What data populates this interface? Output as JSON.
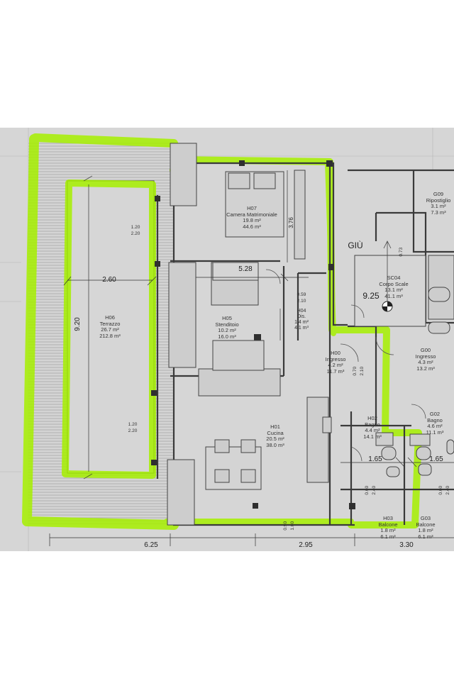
{
  "rooms": {
    "h07": {
      "code": "H07",
      "name": "Camera Matrimoniale",
      "area": "19.8 m²",
      "volume": "44.6 m³"
    },
    "h06": {
      "code": "H06",
      "name": "Terrazzo",
      "area": "26.7 m²",
      "volume": "212.8 m³"
    },
    "h05": {
      "code": "H05",
      "name": "Stenditoio",
      "area": "10.2 m²",
      "volume": "16.0 m³"
    },
    "h04": {
      "code": "H04",
      "name": "Dis.",
      "area": "1.4 m²",
      "volume": "4.1 m³"
    },
    "h00": {
      "code": "H00",
      "name": "Ingresso",
      "area": "4.2 m²",
      "volume": "11.7 m³"
    },
    "h01": {
      "code": "H01",
      "name": "Cucina",
      "area": "20.5 m²",
      "volume": "38.0 m³"
    },
    "h02": {
      "code": "H02",
      "name": "Bagno",
      "area": "4.4 m²",
      "volume": "14.1 m³"
    },
    "g02": {
      "code": "G02",
      "name": "Bagno",
      "area": "4.6 m²",
      "volume": "11.1 m³"
    },
    "h03": {
      "code": "H03",
      "name": "Balcone",
      "area": "1.8 m²",
      "volume": "6.1 m³"
    },
    "g03": {
      "code": "G03",
      "name": "Balcone",
      "area": "1.8 m²",
      "volume": "6.1 m³"
    },
    "g00": {
      "code": "G00",
      "name": "Ingresso",
      "area": "4.3 m²",
      "volume": "13.2 m³"
    },
    "sc04": {
      "code": "SC04",
      "name": "Corpo Scale",
      "area": "13.1 m²",
      "volume": "41.1 m³"
    },
    "g09": {
      "code": "G09",
      "name": "Ripostiglio",
      "area": "3.1 m²",
      "volume": "7.3 m³"
    }
  },
  "dimensions": {
    "d_260": "2.60",
    "d_920": "9.20",
    "d_528": "5.28",
    "d_376": "3.76",
    "d_925": "9.25",
    "d_165a": "1.65",
    "d_165b": "1.65",
    "d_625": "6.25",
    "d_295": "2.95",
    "d_330": "3.30",
    "d_120_top": "1.20",
    "d_220_top": "2.20",
    "d_120_bot": "1.20",
    "d_220_bot": "2.20",
    "d_059": "0.59",
    "d_210": "2.10",
    "d_073": "0.73",
    "d_090_100_a": "0.90",
    "d_090_100_b": "1.00",
    "d_070_210_a": "0.70",
    "d_070_210_b": "2.10",
    "d_060_240_a": "0.60",
    "d_060_240_b": "2.40",
    "d_060_240_c": "0.60",
    "d_060_240_d": "2.40"
  },
  "labels": {
    "giu": "GIÙ"
  },
  "colors": {
    "highlight": "#a6f000",
    "wall": "#3a3a3a",
    "paper": "#d9d9d9",
    "fill_gray": "#c8c8c8"
  }
}
